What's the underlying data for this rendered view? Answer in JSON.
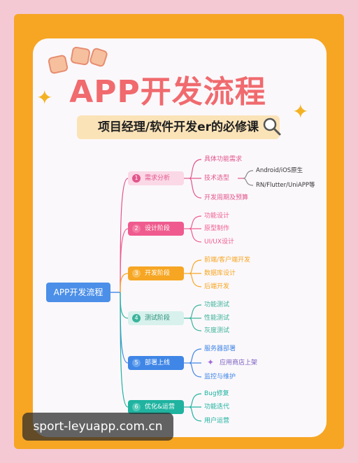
{
  "title": "APP开发流程",
  "subtitle": "项目经理/软件开发er的必修课",
  "root": "APP开发流程",
  "watermark": "sport-leyuapp.com.cn",
  "stages": [
    {
      "num": "1",
      "label": "需求分析",
      "bg": "#fbd8e6",
      "fg": "#e2568c",
      "badge": "#e2568c",
      "items": [
        "具体功能需求",
        "技术选型",
        "开发周期及预算"
      ],
      "sub": [
        "Android/iOS原生",
        "RN/Flutter/UniAPP等"
      ]
    },
    {
      "num": "2",
      "label": "设计阶段",
      "bg": "#ef5b8e",
      "fg": "#ffffff",
      "badge": "#f47aa3",
      "items": [
        "功能设计",
        "原型制作",
        "UI/UX设计"
      ]
    },
    {
      "num": "3",
      "label": "开发阶段",
      "bg": "#f6a623",
      "fg": "#ffffff",
      "badge": "#f8bd5a",
      "items": [
        "前端/客户端开发",
        "数据库设计",
        "后端开发"
      ]
    },
    {
      "num": "4",
      "label": "测试阶段",
      "bg": "#d8f1ec",
      "fg": "#2a8f7c",
      "badge": "#3ab39b",
      "items": [
        "功能测试",
        "性能测试",
        "灰度测试"
      ]
    },
    {
      "num": "5",
      "label": "部署上线",
      "bg": "#3f86e6",
      "fg": "#ffffff",
      "badge": "#6aa4ee",
      "items": [
        "服务器部署",
        "应用商店上架",
        "监控与维护"
      ]
    },
    {
      "num": "6",
      "label": "优化&运营",
      "bg": "#1fb3a0",
      "fg": "#ffffff",
      "badge": "#55c9b9",
      "items": [
        "Bug修复",
        "功能迭代",
        "用户运营"
      ]
    }
  ],
  "colors": {
    "background": "#f4c9d4",
    "frame": "#f6a623",
    "title": "#f06a6e"
  }
}
